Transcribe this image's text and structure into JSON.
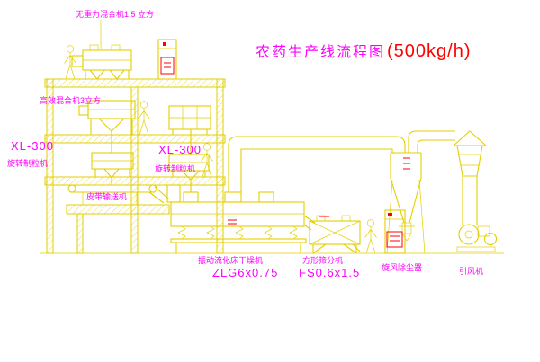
{
  "title": {
    "main": "农药生产线流程图",
    "capacity": "(500kg/h)"
  },
  "colors": {
    "bg": "#ffffff",
    "line": "#e3cf00",
    "label": "#ff00ff",
    "accent": "#ff0000"
  },
  "labels": {
    "mixer_top": "无重力混合机1.5 立方",
    "mixer_mid": "高效混合机3立方",
    "granulator_left_model": "XL-300",
    "granulator_left_name": "旋转制粒机",
    "granulator_center_model": "XL-300",
    "granulator_center_name": "旋转制粒机",
    "belt_conveyor": "皮带输送机",
    "dryer_name": "振动流化床干燥机",
    "dryer_model": "ZLG6x0.75",
    "sifter_name": "方形筛分机",
    "sifter_model": "FS0.6x1.5",
    "dust_collector": "旋风除尘器",
    "fan": "引风机"
  }
}
